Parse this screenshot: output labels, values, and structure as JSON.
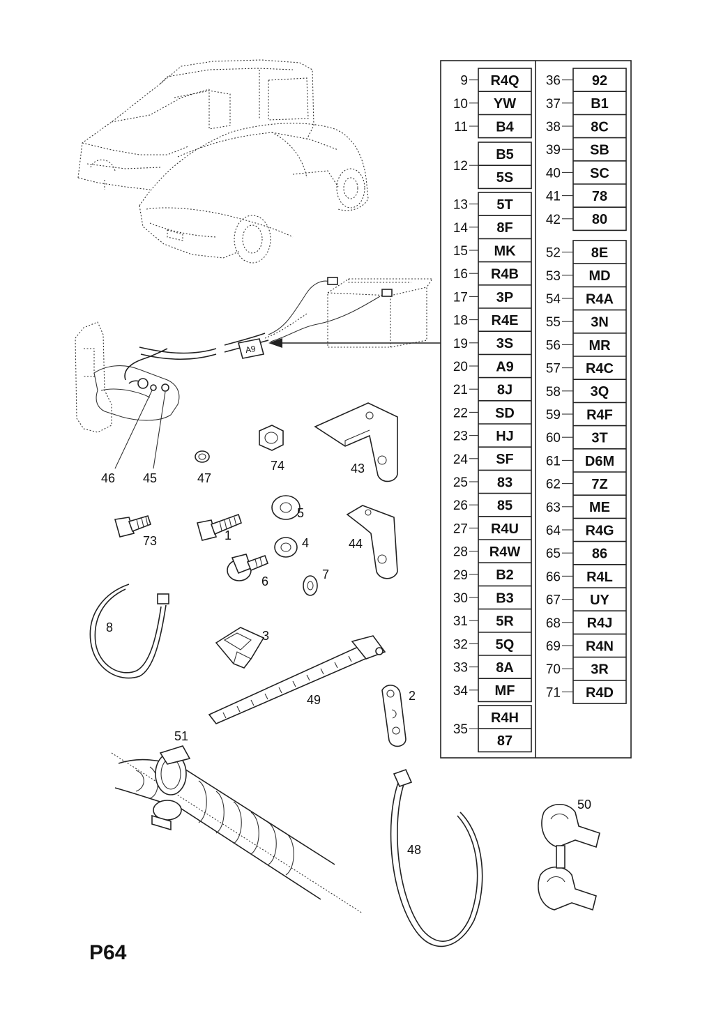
{
  "page_id": "P64",
  "chart_data": {
    "type": "table",
    "code_table": [
      {
        "items": [
          {
            "ref": "9",
            "code": "R4Q"
          },
          {
            "ref": "10",
            "code": "YW"
          },
          {
            "ref": "11",
            "code": "B4"
          }
        ]
      },
      {
        "ref": "12",
        "codes": [
          "B5",
          "5S"
        ]
      },
      {
        "items": [
          {
            "ref": "13",
            "code": "5T"
          },
          {
            "ref": "14",
            "code": "8F"
          },
          {
            "ref": "15",
            "code": "MK"
          },
          {
            "ref": "16",
            "code": "R4B"
          },
          {
            "ref": "17",
            "code": "3P"
          },
          {
            "ref": "18",
            "code": "R4E"
          },
          {
            "ref": "19",
            "code": "3S"
          },
          {
            "ref": "20",
            "code": "A9"
          },
          {
            "ref": "21",
            "code": "8J"
          },
          {
            "ref": "22",
            "code": "SD"
          },
          {
            "ref": "23",
            "code": "HJ"
          },
          {
            "ref": "24",
            "code": "SF"
          },
          {
            "ref": "25",
            "code": "83"
          },
          {
            "ref": "26",
            "code": "85"
          },
          {
            "ref": "27",
            "code": "R4U"
          },
          {
            "ref": "28",
            "code": "R4W"
          },
          {
            "ref": "29",
            "code": "B2"
          },
          {
            "ref": "30",
            "code": "B3"
          },
          {
            "ref": "31",
            "code": "5R"
          },
          {
            "ref": "32",
            "code": "5Q"
          },
          {
            "ref": "33",
            "code": "8A"
          },
          {
            "ref": "34",
            "code": "MF"
          }
        ]
      },
      {
        "ref": "35",
        "codes": [
          "R4H",
          "87"
        ]
      },
      {
        "items": [
          {
            "ref": "36",
            "code": "92"
          },
          {
            "ref": "37",
            "code": "B1"
          },
          {
            "ref": "38",
            "code": "8C"
          },
          {
            "ref": "39",
            "code": "SB"
          },
          {
            "ref": "40",
            "code": "SC"
          },
          {
            "ref": "41",
            "code": "78"
          },
          {
            "ref": "42",
            "code": "80"
          }
        ]
      },
      {
        "items": [
          {
            "ref": "52",
            "code": "8E"
          },
          {
            "ref": "53",
            "code": "MD"
          },
          {
            "ref": "54",
            "code": "R4A"
          },
          {
            "ref": "55",
            "code": "3N"
          },
          {
            "ref": "56",
            "code": "MR"
          },
          {
            "ref": "57",
            "code": "R4C"
          },
          {
            "ref": "58",
            "code": "3Q"
          },
          {
            "ref": "59",
            "code": "R4F"
          },
          {
            "ref": "60",
            "code": "3T"
          },
          {
            "ref": "61",
            "code": "D6M"
          },
          {
            "ref": "62",
            "code": "7Z"
          },
          {
            "ref": "63",
            "code": "ME"
          },
          {
            "ref": "64",
            "code": "R4G"
          },
          {
            "ref": "65",
            "code": "86"
          },
          {
            "ref": "66",
            "code": "R4L"
          },
          {
            "ref": "67",
            "code": "UY"
          },
          {
            "ref": "68",
            "code": "R4J"
          },
          {
            "ref": "69",
            "code": "R4N"
          },
          {
            "ref": "70",
            "code": "3R"
          },
          {
            "ref": "71",
            "code": "R4D"
          }
        ]
      }
    ],
    "tag_label": "A9",
    "part_labels": [
      "46",
      "45",
      "47",
      "74",
      "43",
      "5",
      "73",
      "1",
      "4",
      "44",
      "6",
      "7",
      "8",
      "3",
      "49",
      "2",
      "51",
      "48",
      "50"
    ]
  }
}
